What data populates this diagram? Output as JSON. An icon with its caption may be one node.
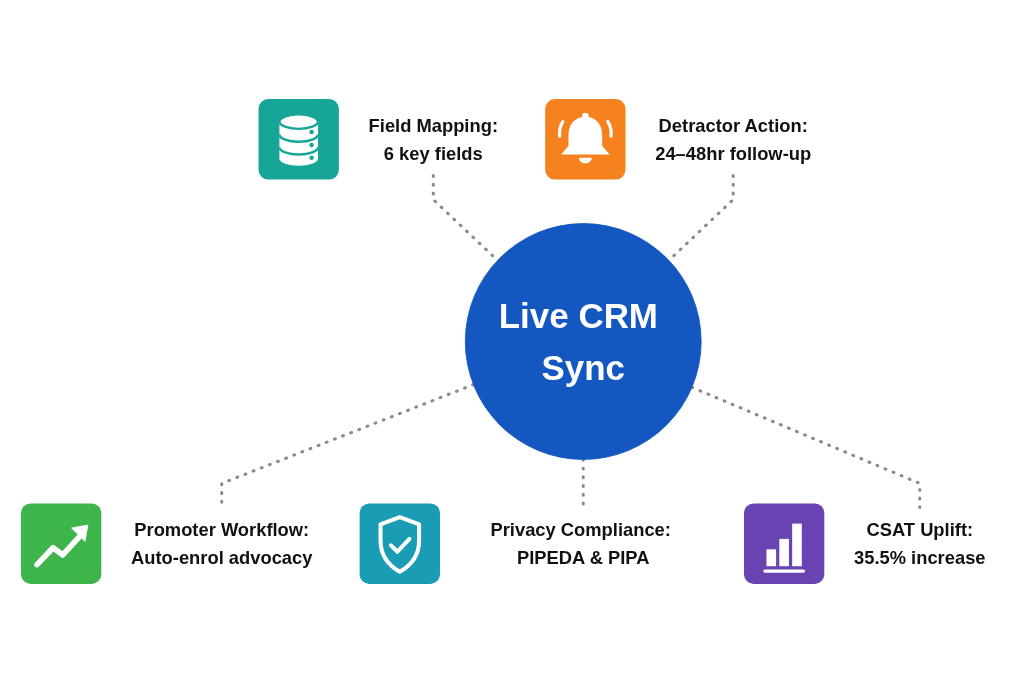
{
  "diagram": {
    "nodes": [
      {
        "text": [
          "Field Mapping:",
          "6 key fields"
        ]
      },
      {
        "text": [
          "Detractor Action:",
          "24–48hr follow-up"
        ]
      },
      {
        "text": [
          "Live CRM Sync"
        ]
      },
      {
        "text": [
          "Promoter Workflow:",
          "Auto-enrol advocacy"
        ]
      },
      {
        "text": [
          "CSAT Uplift:",
          "35.5% increase"
        ]
      },
      {
        "text": [
          "Privacy Compliance: PIPEDA & PIPA"
        ]
      }
    ],
    "edges": [
      {
        "from": 0,
        "to": 2,
        "arrow": "none",
        "style": "dashed"
      },
      {
        "from": 1,
        "to": 2,
        "arrow": "none",
        "style": "dashed"
      },
      {
        "from": 2,
        "to": 3,
        "arrow": "none",
        "style": "dashed"
      },
      {
        "from": 2,
        "to": 5,
        "arrow": "none",
        "style": "dashed"
      },
      {
        "from": 2,
        "to": 4,
        "arrow": "none",
        "style": "dashed"
      }
    ]
  }
}
